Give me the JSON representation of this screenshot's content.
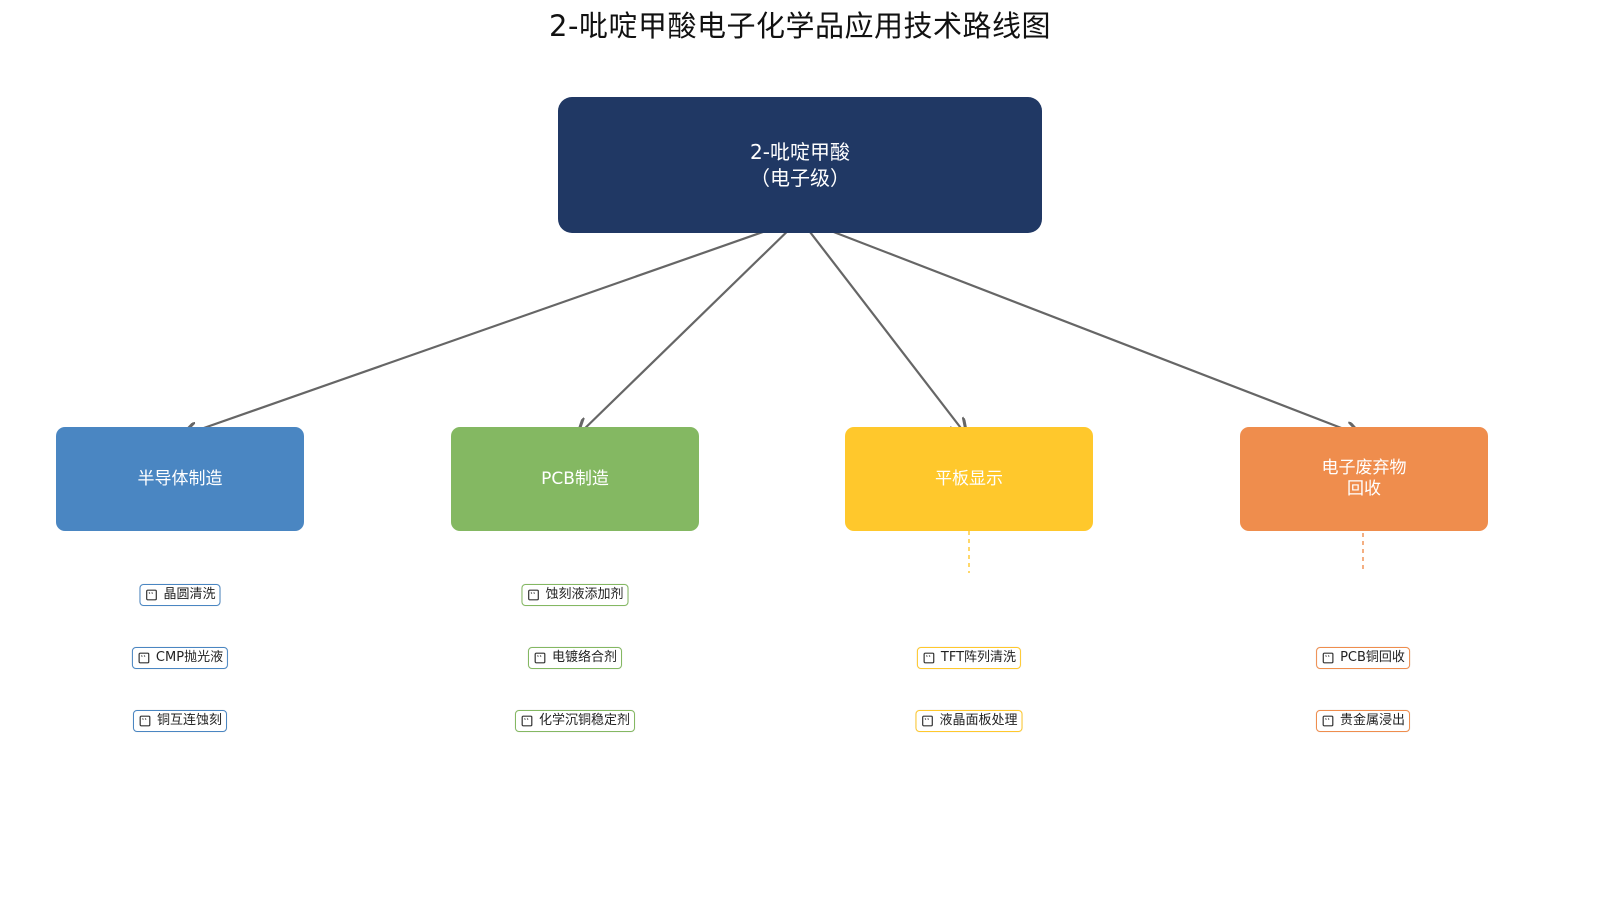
{
  "title": "2-吡啶甲酸电子化学品应用技术路线图",
  "root": {
    "line1": "2-吡啶甲酸",
    "line2": "（电子级）"
  },
  "colors": {
    "root": "#203864",
    "semiconductor": "#4a86c2",
    "pcb": "#84b862",
    "flat_panel": "#ffc82c",
    "recycling": "#ef8d4d",
    "arrow": "#666666"
  },
  "categories": [
    {
      "id": "semiconductor",
      "label": "半导体制造",
      "items": [
        "晶圆清洗",
        "CMP抛光液",
        "铜互连蚀刻"
      ]
    },
    {
      "id": "pcb",
      "label": "PCB制造",
      "items": [
        "蚀刻液添加剂",
        "电镀络合剂",
        "化学沉铜稳定剂"
      ]
    },
    {
      "id": "flat_panel",
      "label": "平板显示",
      "items": [
        "TFT阵列清洗",
        "液晶面板处理"
      ]
    },
    {
      "id": "recycling",
      "label_line1": "电子废弃物",
      "label_line2": "回收",
      "items": [
        "PCB铜回收",
        "贵金属浸出"
      ]
    }
  ],
  "icons": {
    "tag_icon": "document-icon"
  }
}
